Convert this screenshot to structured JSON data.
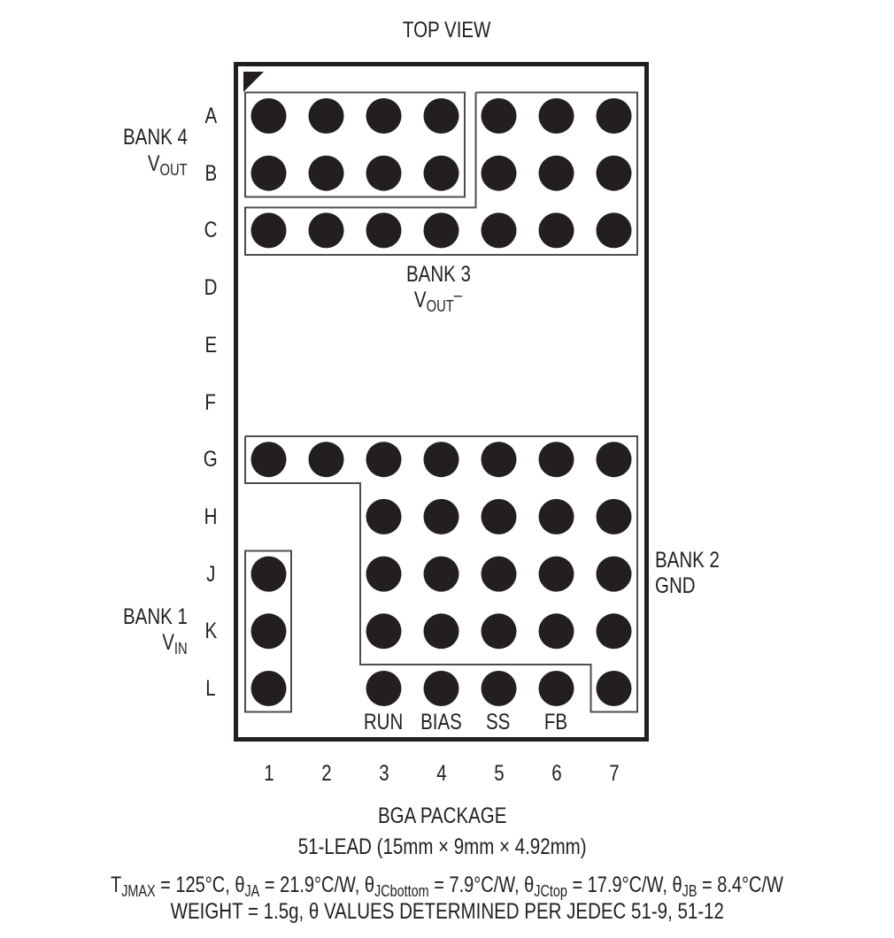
{
  "title": "TOP VIEW",
  "colors": {
    "ink": "#231f20",
    "outline": "#4d4d4d",
    "background": "#ffffff"
  },
  "row_labels": [
    "A",
    "B",
    "C",
    "D",
    "E",
    "F",
    "G",
    "H",
    "J",
    "K",
    "L"
  ],
  "column_labels": [
    "1",
    "2",
    "3",
    "4",
    "5",
    "6",
    "7"
  ],
  "banks": {
    "bank4": {
      "name": "BANK 4",
      "signal_main": "V",
      "signal_sub": "OUT",
      "signal_sup": ""
    },
    "bank3": {
      "name": "BANK 3",
      "signal_main": "V",
      "signal_sub": "OUT",
      "signal_sup": "–"
    },
    "bank2": {
      "name": "BANK 2",
      "signal": "GND"
    },
    "bank1": {
      "name": "BANK 1",
      "signal_main": "V",
      "signal_sub": "IN"
    }
  },
  "pin_labels": {
    "L3": "RUN",
    "L4": "BIAS",
    "L5": "SS",
    "L6": "FB"
  },
  "package": {
    "name": "BGA PACKAGE",
    "description": "51-LEAD (15mm × 9mm × 4.92mm)"
  },
  "thermal": {
    "tjmax_main": "T",
    "tjmax_sub": "JMAX",
    "tjmax_value": " = 125°C, ",
    "theta": "θ",
    "ja_sub": "JA",
    "ja_value": " = 21.9°C/W, ",
    "jcbottom_sub": "JCbottom",
    "jcbottom_value": " = 7.9°C/W, ",
    "jctop_sub": "JCtop",
    "jctop_value": " = 17.9°C/W, ",
    "jb_sub": "JB",
    "jb_value": " = 8.4°C/W",
    "weight_line": "WEIGHT = 1.5g, θ VALUES DETERMINED PER JEDEC 51-9, 51-12"
  },
  "balls": {
    "A": [
      1,
      2,
      3,
      4,
      5,
      6,
      7
    ],
    "B": [
      1,
      2,
      3,
      4,
      5,
      6,
      7
    ],
    "C": [
      1,
      2,
      3,
      4,
      5,
      6,
      7
    ],
    "G": [
      1,
      2,
      3,
      4,
      5,
      6,
      7
    ],
    "H": [
      3,
      4,
      5,
      6,
      7
    ],
    "J": [
      1,
      3,
      4,
      5,
      6,
      7
    ],
    "K": [
      1,
      3,
      4,
      5,
      6,
      7
    ],
    "L": [
      1,
      3,
      4,
      5,
      6,
      7
    ]
  }
}
